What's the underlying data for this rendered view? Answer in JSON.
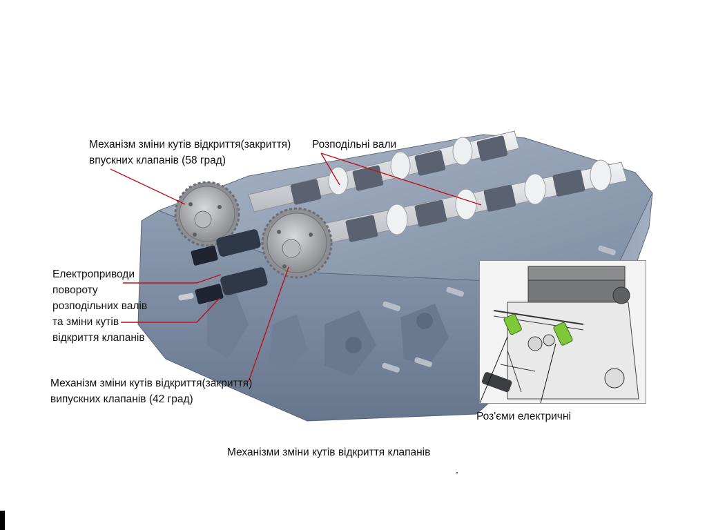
{
  "labels": {
    "intake_mechanism": {
      "line1": "Механізм зміни кутів відкриття(закриття)",
      "line2": "впускних клапанів  (58 град)"
    },
    "camshafts": "Розподільні вали",
    "actuators": {
      "line1": "Електроприводи",
      "line2": "повороту",
      "line3": "розподільних валів",
      "line4": "та зміни кутів",
      "line5": "відкриття клапанів"
    },
    "exhaust_mechanism": {
      "line1": "Механізм зміни кутів відкриття(закриття)",
      "line2": "випускних клапанів (42 град)"
    },
    "connectors": "Роз'єми  електричні"
  },
  "caption": "Механізми зміни кутів відкриття клапанів",
  "colors": {
    "leader_line": "#c0101a",
    "head_body": "#8796ab",
    "head_dark": "#5d6b80",
    "cam_light": "#e3e5e8",
    "bearing_cap": "#5a6272",
    "connector_green": "#7ec83a"
  }
}
